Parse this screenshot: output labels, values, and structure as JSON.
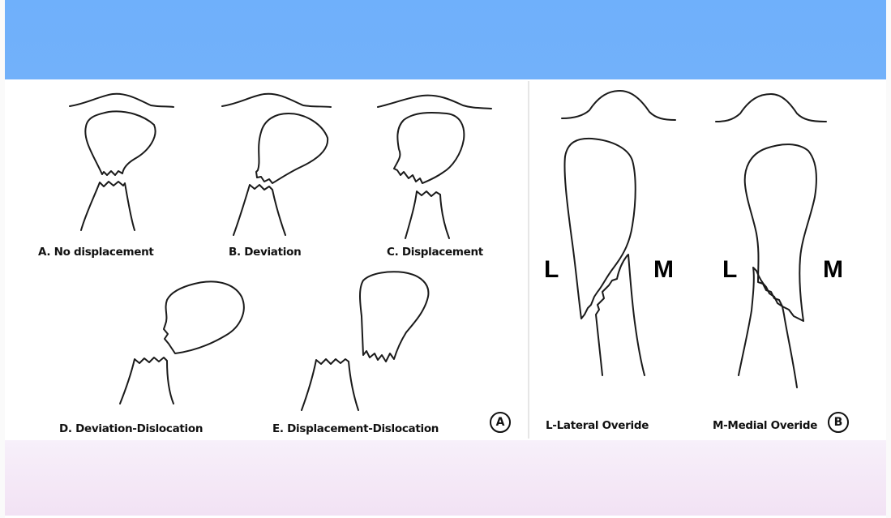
{
  "panel_a": {
    "badge": "A",
    "labels": {
      "a": "A. No displacement",
      "b": "B. Deviation",
      "c": "C. Displacement",
      "d": "D. Deviation-Dislocation",
      "e": "E. Displacement-Dislocation"
    }
  },
  "panel_b": {
    "badge": "B",
    "lateral_letter_1": "L",
    "medial_letter_1": "M",
    "lateral_letter_2": "L",
    "medial_letter_2": "M",
    "labels": {
      "lateral": "L-Lateral Overide",
      "medial": "M-Medial Overide"
    }
  },
  "colors": {
    "top_band": "#72b1fa",
    "bottom_band": "#f4e6f6",
    "stroke": "#1a1a1a"
  }
}
